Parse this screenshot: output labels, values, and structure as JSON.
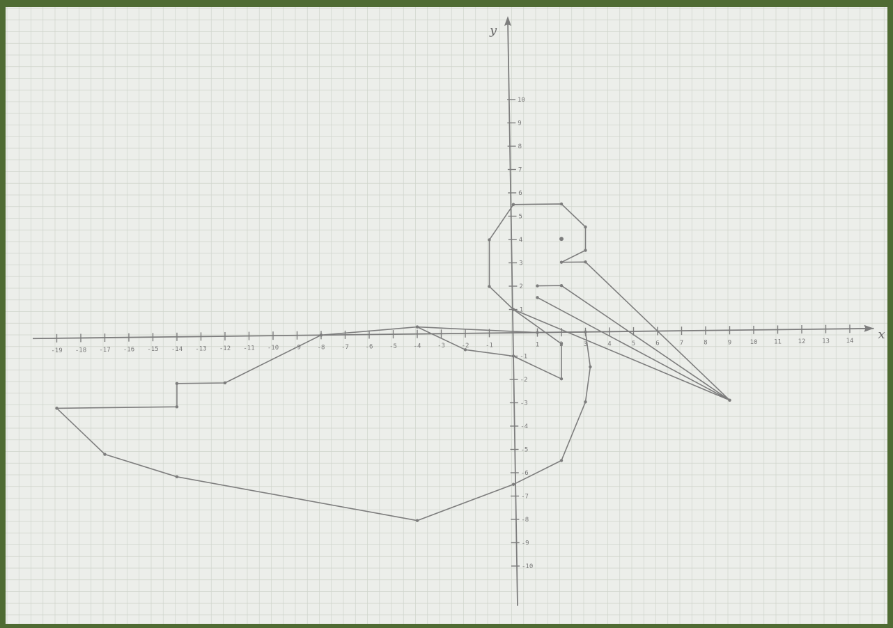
{
  "chart_data": {
    "type": "scatter",
    "xlabel": "x",
    "ylabel": "y",
    "xlim": [
      -19,
      15
    ],
    "ylim": [
      -10,
      11
    ],
    "grid": true,
    "colors": {
      "paper": "#eceeea",
      "grid": "#cfd4cb",
      "ink": "#7d7d7d",
      "border": "#4f6b33"
    },
    "x_ticks": [
      "-19",
      "-18",
      "-17",
      "-16",
      "-15",
      "-14",
      "-13",
      "-12",
      "-11",
      "-10",
      "-9",
      "-8",
      "-7",
      "-6",
      "-5",
      "-4",
      "-3",
      "-2",
      "-1",
      "1",
      "2",
      "3",
      "4",
      "5",
      "6",
      "7",
      "8",
      "9",
      "10",
      "11",
      "12",
      "13",
      "14"
    ],
    "y_ticks": [
      "-10",
      "-9",
      "-8",
      "-7",
      "-6",
      "-5",
      "-4",
      "-3",
      "-2",
      "-1",
      "1",
      "2",
      "3",
      "4",
      "5",
      "6",
      "7",
      "8",
      "9",
      "10"
    ],
    "shapes": [
      {
        "name": "body",
        "closed": false,
        "points": [
          [
            -8,
            0
          ],
          [
            -12,
            -2
          ],
          [
            -14,
            -2
          ],
          [
            -14,
            -3
          ],
          [
            -19,
            -3
          ],
          [
            -17,
            -5
          ],
          [
            -14,
            -6
          ],
          [
            -4,
            -8
          ],
          [
            0,
            -6.5
          ],
          [
            2,
            -5.5
          ],
          [
            3,
            -3
          ],
          [
            3.2,
            -1.5
          ],
          [
            3,
            0
          ],
          [
            1,
            0
          ],
          [
            -4,
            0.3
          ],
          [
            -8,
            0
          ]
        ]
      },
      {
        "name": "tail-line",
        "closed": false,
        "points": [
          [
            -4,
            0.3
          ],
          [
            -2,
            -0.7
          ],
          [
            0,
            -1
          ]
        ]
      },
      {
        "name": "head",
        "closed": false,
        "points": [
          [
            0,
            5.5
          ],
          [
            2,
            5.5
          ],
          [
            3,
            4.5
          ],
          [
            3,
            3.5
          ],
          [
            2,
            3
          ],
          [
            3,
            3
          ],
          [
            9,
            -3
          ],
          [
            0,
            1
          ],
          [
            -1,
            2
          ],
          [
            -1,
            4
          ],
          [
            0,
            5.5
          ]
        ]
      },
      {
        "name": "eye",
        "closed": false,
        "points": [
          [
            2,
            4
          ]
        ]
      },
      {
        "name": "beak-lower",
        "closed": false,
        "points": [
          [
            1,
            2
          ],
          [
            2,
            2
          ],
          [
            9,
            -3
          ],
          [
            1,
            1.5
          ]
        ]
      },
      {
        "name": "neck",
        "closed": false,
        "points": [
          [
            0,
            1
          ],
          [
            2,
            -0.5
          ],
          [
            2,
            -2
          ],
          [
            0,
            -1
          ]
        ]
      }
    ]
  }
}
